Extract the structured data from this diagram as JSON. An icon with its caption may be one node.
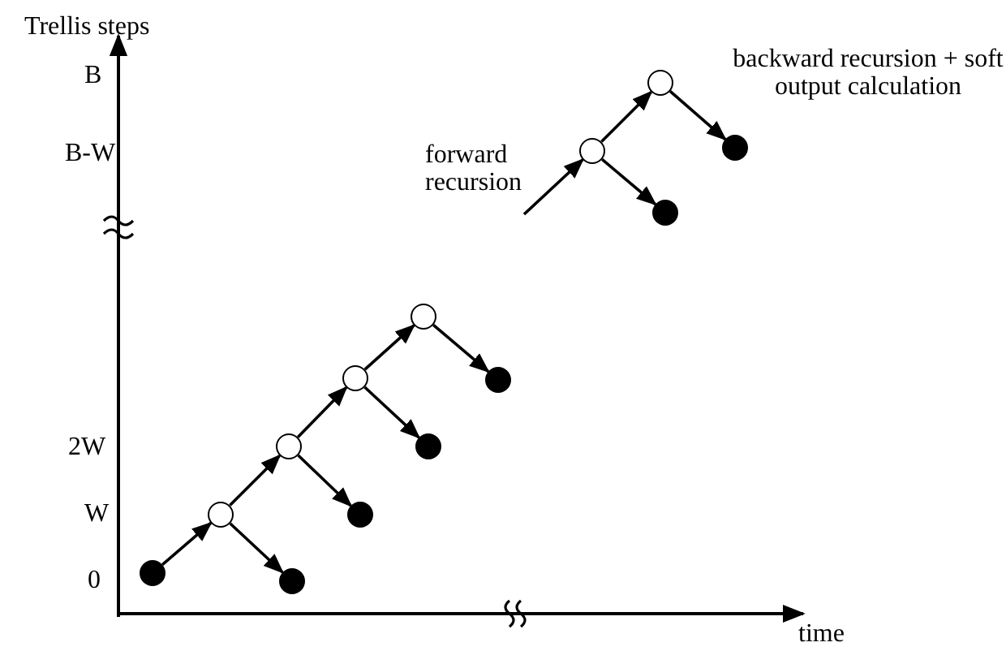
{
  "diagram": {
    "nodes": [
      {
        "text": [],
        "shape": "circle"
      },
      {
        "text": [],
        "shape": "circle"
      },
      {
        "text": [],
        "shape": "circle"
      },
      {
        "text": [],
        "shape": "circle"
      },
      {
        "text": [],
        "shape": "circle"
      },
      {
        "text": [],
        "shape": "circle"
      },
      {
        "text": [],
        "shape": "circle"
      },
      {
        "text": [],
        "shape": "circle"
      },
      {
        "text": [],
        "shape": "circle"
      },
      {
        "text": [],
        "shape": "circle"
      },
      {
        "text": [],
        "shape": "circle"
      },
      {
        "text": [],
        "shape": "circle"
      },
      {
        "text": [],
        "shape": "circle"
      }
    ],
    "edges": [
      {
        "from": 0,
        "to": 1,
        "arrow": "to"
      },
      {
        "from": 1,
        "to": 2,
        "arrow": "to"
      },
      {
        "from": 1,
        "to": 3,
        "arrow": "to"
      },
      {
        "from": 2,
        "to": 4,
        "arrow": "to"
      },
      {
        "from": 2,
        "to": 5,
        "arrow": "to"
      },
      {
        "from": 4,
        "to": 6,
        "arrow": "to"
      },
      {
        "from": 4,
        "to": 7,
        "arrow": "to"
      },
      {
        "from": 6,
        "to": 8,
        "arrow": "to"
      },
      {
        "from": null,
        "to": 9,
        "arrow": "to"
      },
      {
        "from": 9,
        "to": 10,
        "arrow": "to"
      },
      {
        "from": 9,
        "to": 11,
        "arrow": "to"
      },
      {
        "from": 10,
        "to": 12,
        "arrow": "to"
      }
    ],
    "labels": [
      "Trellis steps",
      "B",
      "backward recursion + soft output calculation",
      "B-W",
      "forward recursion",
      "2W",
      "W",
      "0",
      "time"
    ]
  }
}
